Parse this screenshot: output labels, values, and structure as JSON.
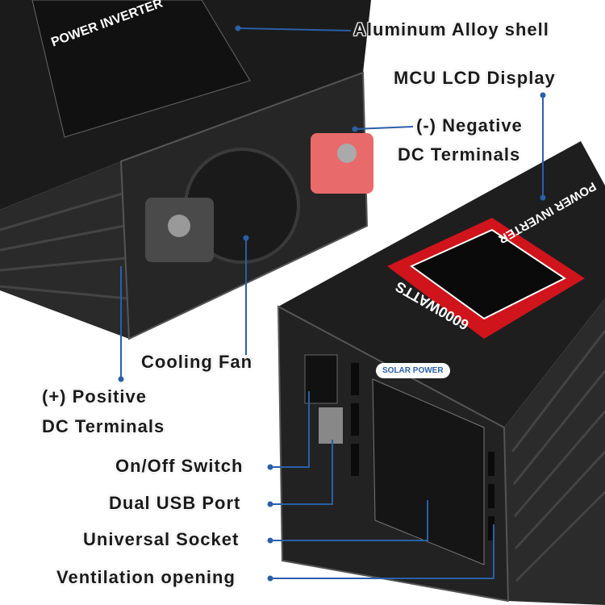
{
  "labels": {
    "shell": "Aluminum Alloy shell",
    "lcd": "MCU LCD Display",
    "negative_1": "(-) Negative",
    "negative_2": "DC Terminals",
    "fan": "Cooling Fan",
    "positive_1": "(+) Positive",
    "positive_2": "DC Terminals",
    "switch": "On/Off Switch",
    "usb": "Dual USB Port",
    "socket": "Universal Socket",
    "vent": "Ventilation opening"
  },
  "device": {
    "title": "POWER INVERTER",
    "wattage": "6000WATTS",
    "brand": "SOLAR POWER"
  },
  "colors": {
    "leader": "#2a5fa8",
    "body": "#1c1c1c",
    "terminal_neg": "#e86a6a",
    "display": "#d0141c"
  }
}
